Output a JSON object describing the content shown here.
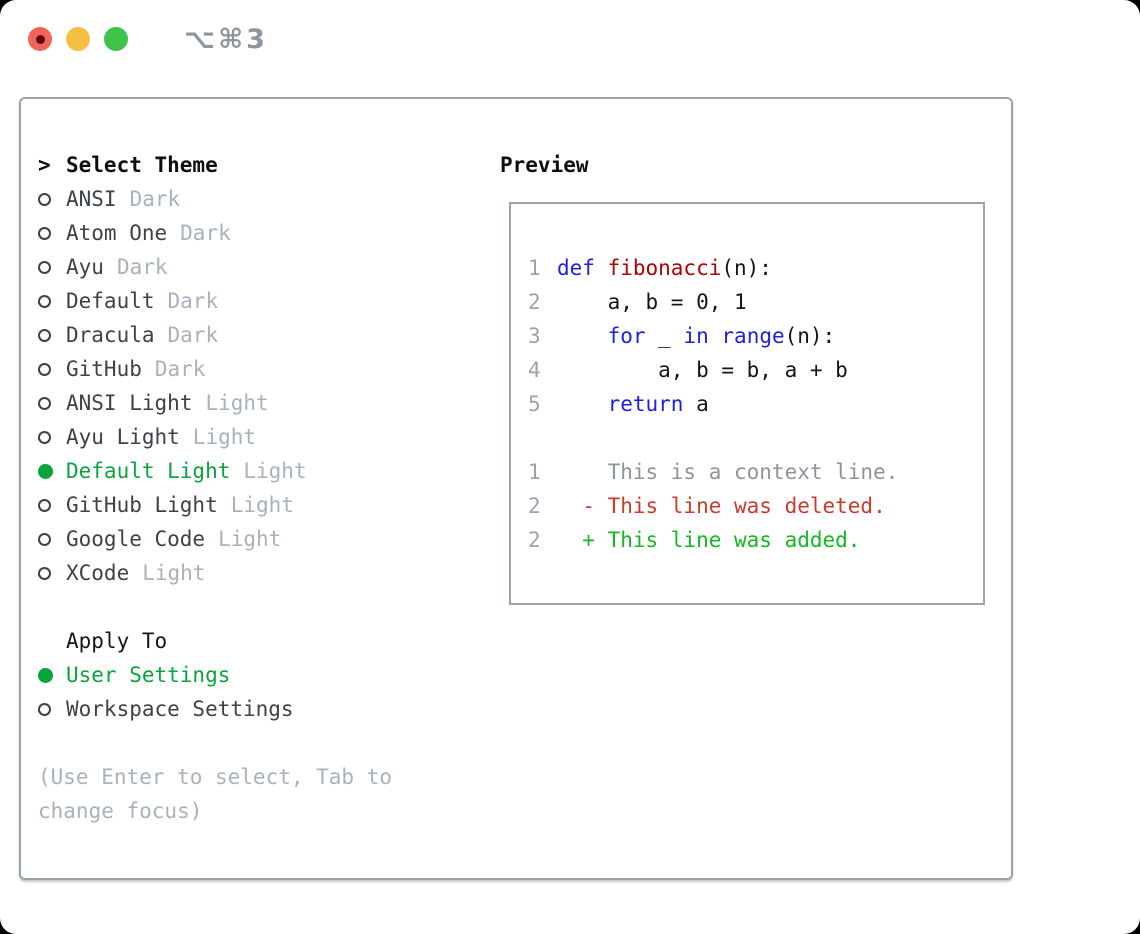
{
  "window": {
    "title": "⌥⌘3"
  },
  "colors": {
    "traffic_close": "#ef655a",
    "traffic_close_dot": "#600007",
    "traffic_minimize": "#f5bf44",
    "traffic_maximize": "#3ec24a",
    "border": "#9aa2ae",
    "selected_green": "#0aa43c",
    "keyword_blue": "#1e1ee6",
    "function_red": "#ae0400",
    "diff_deleted_red": "#cd3a2a",
    "diff_added_green": "#13b822",
    "muted_gray": "#a9b1bd"
  },
  "theme_selector": {
    "cursor": ">",
    "header": "Select Theme",
    "items": [
      {
        "label": "ANSI",
        "badge": "Dark",
        "selected": false
      },
      {
        "label": "Atom One",
        "badge": "Dark",
        "selected": false
      },
      {
        "label": "Ayu",
        "badge": "Dark",
        "selected": false
      },
      {
        "label": "Default",
        "badge": "Dark",
        "selected": false
      },
      {
        "label": "Dracula",
        "badge": "Dark",
        "selected": false
      },
      {
        "label": "GitHub",
        "badge": "Dark",
        "selected": false
      },
      {
        "label": "ANSI Light",
        "badge": "Light",
        "selected": false
      },
      {
        "label": "Ayu Light",
        "badge": "Light",
        "selected": false
      },
      {
        "label": "Default Light",
        "badge": "Light",
        "selected": true
      },
      {
        "label": "GitHub Light",
        "badge": "Light",
        "selected": false
      },
      {
        "label": "Google Code",
        "badge": "Light",
        "selected": false
      },
      {
        "label": "XCode",
        "badge": "Light",
        "selected": false
      }
    ]
  },
  "apply_to": {
    "header": "Apply To",
    "options": [
      {
        "label": "User Settings",
        "selected": true
      },
      {
        "label": "Workspace Settings",
        "selected": false
      }
    ]
  },
  "hint": "(Use Enter to select, Tab to change focus)",
  "preview": {
    "header": "Preview",
    "lines": [
      {
        "num": "1",
        "segs": [
          {
            "t": "def "
          },
          {
            "t": "fibonacci"
          },
          {
            "t": "(n):"
          }
        ]
      },
      {
        "num": "2",
        "segs": [
          {
            "t": "    a, b = 0, 1"
          }
        ]
      },
      {
        "num": "3",
        "segs": [
          {
            "t": "    "
          },
          {
            "t": "for"
          },
          {
            "t": " _ "
          },
          {
            "t": "in"
          },
          {
            "t": " "
          },
          {
            "t": "range"
          },
          {
            "t": "(n):"
          }
        ]
      },
      {
        "num": "4",
        "segs": [
          {
            "t": "        a, b = b, a + b"
          }
        ]
      },
      {
        "num": "5",
        "segs": [
          {
            "t": "    "
          },
          {
            "t": "return"
          },
          {
            "t": " a"
          }
        ]
      },
      {
        "num": "",
        "segs": []
      },
      {
        "num": "1",
        "segs": [
          {
            "t": "    This is a context line."
          }
        ]
      },
      {
        "num": "2",
        "segs": [
          {
            "t": "  - This line was deleted."
          }
        ]
      },
      {
        "num": "2",
        "segs": [
          {
            "t": "  + This line was added."
          }
        ]
      }
    ]
  }
}
